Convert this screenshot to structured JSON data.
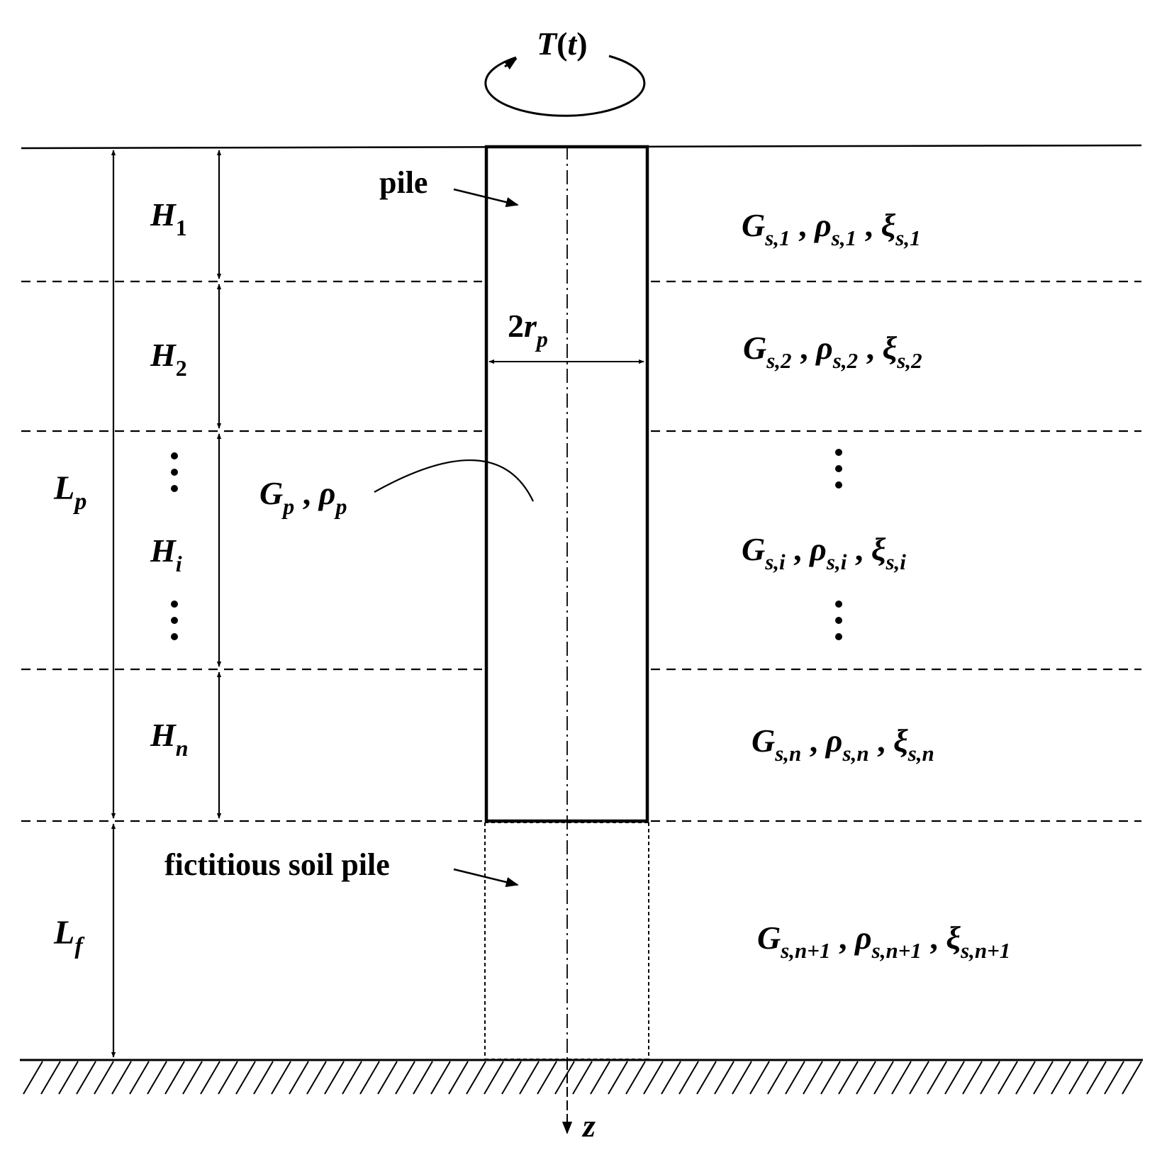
{
  "torque": {
    "sym": "T",
    "open": "(",
    "var": "t",
    "close": ")"
  },
  "pile_label": "pile",
  "fictitious_label": "fictitious soil pile",
  "diameter": {
    "coef": "2",
    "sym": "r",
    "sub": "p"
  },
  "pile_props": {
    "g": "G",
    "g_sub": "p",
    "sep": " , ",
    "rho": "ρ",
    "rho_sub": "p"
  },
  "left_dims": {
    "lp": {
      "sym": "L",
      "sub": "p"
    },
    "lf": {
      "sym": "L",
      "sub": "f"
    }
  },
  "layer_heights": [
    {
      "sym": "H",
      "sub": "1"
    },
    {
      "sym": "H",
      "sub": "2"
    },
    {
      "sym": "H",
      "sub": "i"
    },
    {
      "sym": "H",
      "sub": "n"
    }
  ],
  "soil_layers": [
    {
      "g": "G",
      "g_sub": "s,1",
      "rho": "ρ",
      "rho_sub": "s,1",
      "xi": "ξ",
      "xi_sub": "s,1"
    },
    {
      "g": "G",
      "g_sub": "s,2",
      "rho": "ρ",
      "rho_sub": "s,2",
      "xi": "ξ",
      "xi_sub": "s,2"
    },
    {
      "g": "G",
      "g_sub": "s,i",
      "rho": "ρ",
      "rho_sub": "s,i",
      "xi": "ξ",
      "xi_sub": "s,i"
    },
    {
      "g": "G",
      "g_sub": "s,n",
      "rho": "ρ",
      "rho_sub": "s,n",
      "xi": "ξ",
      "xi_sub": "s,n"
    },
    {
      "g": "G",
      "g_sub": "s,n+1",
      "rho": "ρ",
      "rho_sub": "s,n+1",
      "xi": "ξ",
      "xi_sub": "s,n+1"
    }
  ],
  "separator": " , ",
  "axis_label": "z"
}
